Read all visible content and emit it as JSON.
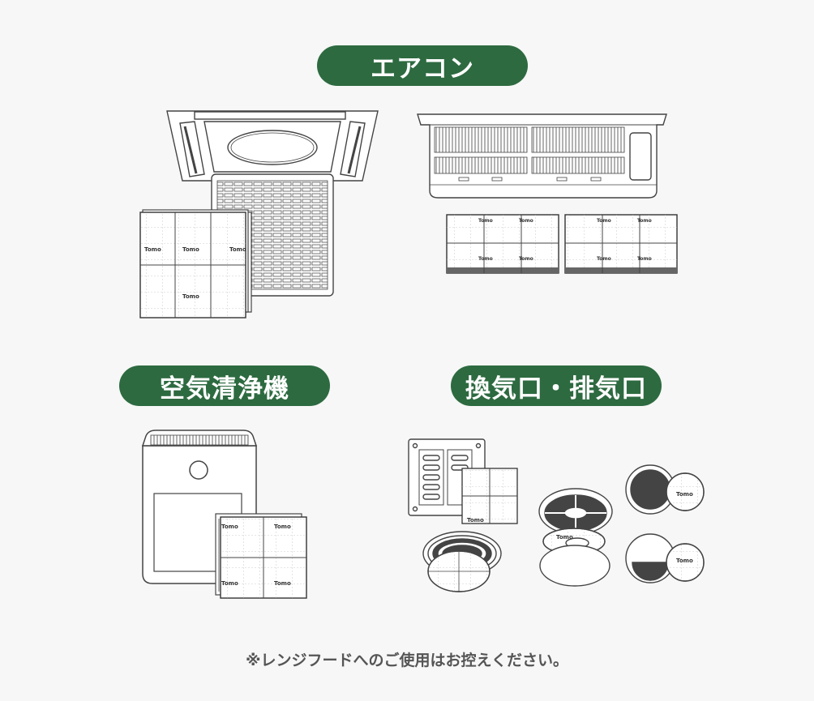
{
  "categories": {
    "air_conditioner": "エアコン",
    "air_purifier": "空気清浄機",
    "vents": "換気口・排気口"
  },
  "filter_brand": "Tomo",
  "note": "※レンジフードへのご使用はお控えください。",
  "colors": {
    "pill_green": "#2d6a40",
    "line": "#444444",
    "background": "#f6f7f6"
  }
}
